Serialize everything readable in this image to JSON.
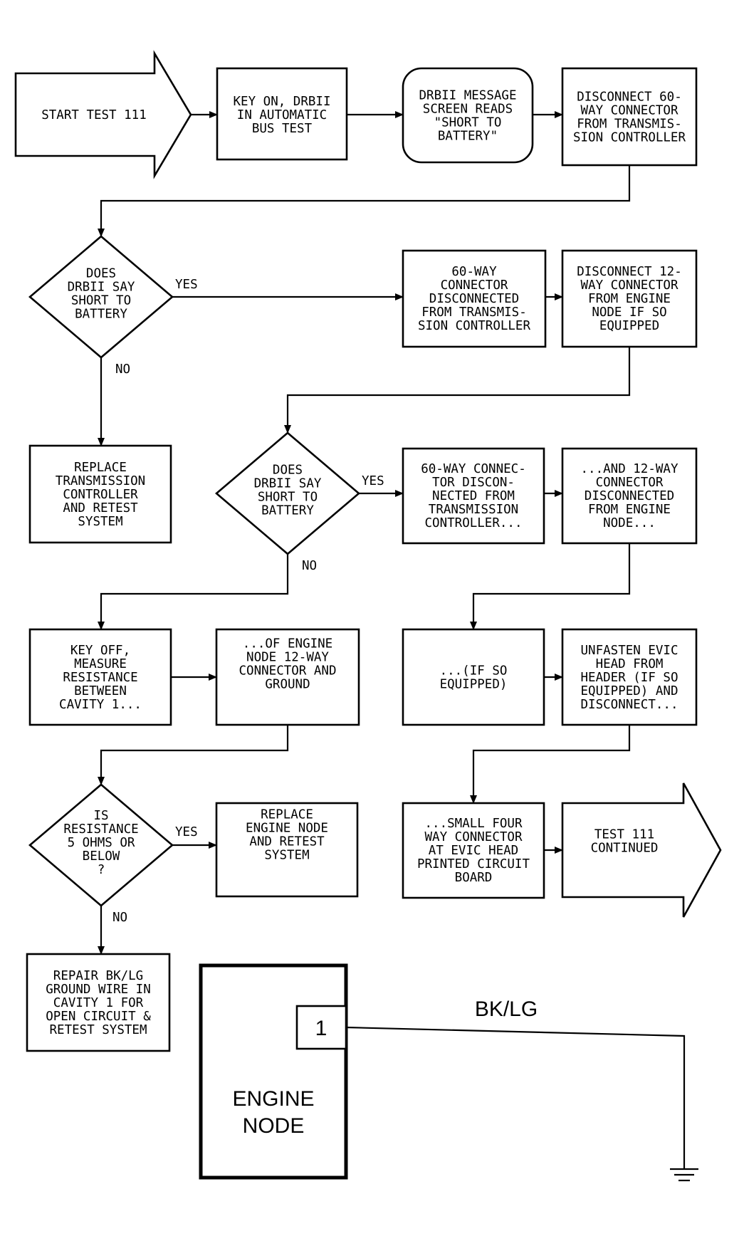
{
  "steps": {
    "start": [
      "START TEST 111"
    ],
    "key_on": [
      "KEY ON, DRBII",
      "IN AUTOMATIC",
      "BUS TEST"
    ],
    "message": [
      "DRBII MESSAGE",
      "SCREEN READS",
      "\"SHORT TO",
      "BATTERY\""
    ],
    "disconnect_60": [
      "DISCONNECT 60-",
      "WAY CONNECTOR",
      "FROM TRANSMIS-",
      "SION CONTROLLER"
    ],
    "q1": [
      "DOES",
      "DRBII SAY",
      "SHORT TO",
      "BATTERY"
    ],
    "disc60_done": [
      "60-WAY",
      "CONNECTOR",
      "DISCONNECTED",
      "FROM TRANSMIS-",
      "SION CONTROLLER"
    ],
    "disconnect_12": [
      "DISCONNECT 12-",
      "WAY CONNECTOR",
      "FROM ENGINE",
      "NODE IF SO",
      "EQUIPPED"
    ],
    "replace_tc": [
      "REPLACE",
      "TRANSMISSION",
      "CONTROLLER",
      "AND RETEST",
      "SYSTEM"
    ],
    "q2": [
      "DOES",
      "DRBII SAY",
      "SHORT TO",
      "BATTERY"
    ],
    "both_disc_1": [
      "60-WAY CONNEC-",
      "TOR DISCON-",
      "NECTED FROM",
      "TRANSMISSION",
      "CONTROLLER..."
    ],
    "both_disc_2": [
      "...AND 12-WAY",
      "CONNECTOR",
      "DISCONNECTED",
      "FROM ENGINE",
      "NODE..."
    ],
    "key_off": [
      "KEY OFF,",
      "MEASURE",
      "RESISTANCE",
      "BETWEEN",
      "CAVITY 1..."
    ],
    "engine_node_12": [
      "...OF ENGINE",
      "NODE 12-WAY",
      "CONNECTOR AND",
      "GROUND"
    ],
    "if_equipped": [
      "...(IF SO",
      "EQUIPPED)"
    ],
    "unfasten": [
      "UNFASTEN EVIC",
      "HEAD FROM",
      "HEADER (IF SO",
      "EQUIPPED) AND",
      "DISCONNECT..."
    ],
    "q3": [
      "IS",
      "RESISTANCE",
      "5 OHMS OR",
      "BELOW",
      "?"
    ],
    "replace_en": [
      "REPLACE",
      "ENGINE NODE",
      "AND RETEST",
      "SYSTEM"
    ],
    "small_four": [
      "...SMALL FOUR",
      "WAY CONNECTOR",
      "AT EVIC HEAD",
      "PRINTED CIRCUIT",
      "BOARD"
    ],
    "continued": [
      "TEST 111",
      "CONTINUED"
    ],
    "repair": [
      "REPAIR BK/LG",
      "GROUND WIRE IN",
      "CAVITY 1 FOR",
      "OPEN CIRCUIT &",
      "RETEST SYSTEM"
    ]
  },
  "branch_labels": {
    "yes": "YES",
    "no": "NO"
  },
  "schematic": {
    "component": [
      "ENGINE",
      "NODE"
    ],
    "pin": "1",
    "wire": "BK/LG"
  }
}
